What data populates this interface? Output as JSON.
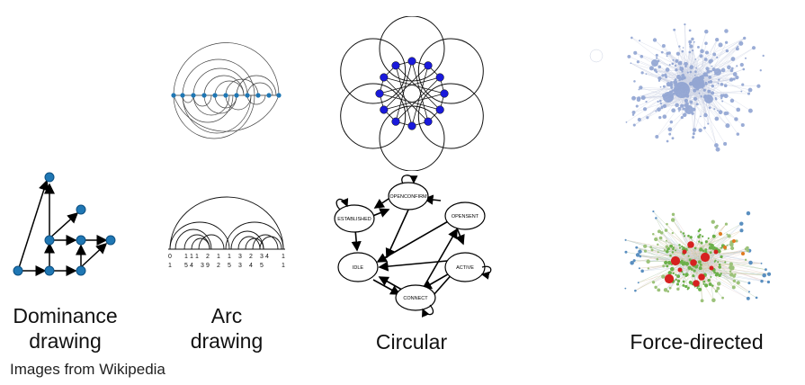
{
  "labels": {
    "dominance": "Dominance drawing",
    "arc": "Arc drawing",
    "circular": "Circular",
    "force": "Force-directed"
  },
  "credit": "Images from Wikipedia",
  "state_machine": {
    "states": [
      "OPENCONFIRM",
      "ESTABLISHED",
      "OPENSENT",
      "IDLE",
      "ACTIVE",
      "CONNECT"
    ]
  },
  "arc_axis": {
    "top_labels": [
      "0",
      "1",
      "1",
      "1",
      "2",
      "1",
      "1",
      "3",
      "2",
      "3",
      "4",
      "1"
    ],
    "bottom_labels": [
      "1",
      "5",
      "4",
      "3",
      "9",
      "2",
      "5",
      "3",
      "4",
      "5",
      "1"
    ]
  },
  "colors": {
    "node_blue": "#1f77b4",
    "circle_node": "#1a1adb",
    "force_blue": "#8a9fd0",
    "force_red": "#d62020",
    "force_green": "#6bb04a"
  }
}
